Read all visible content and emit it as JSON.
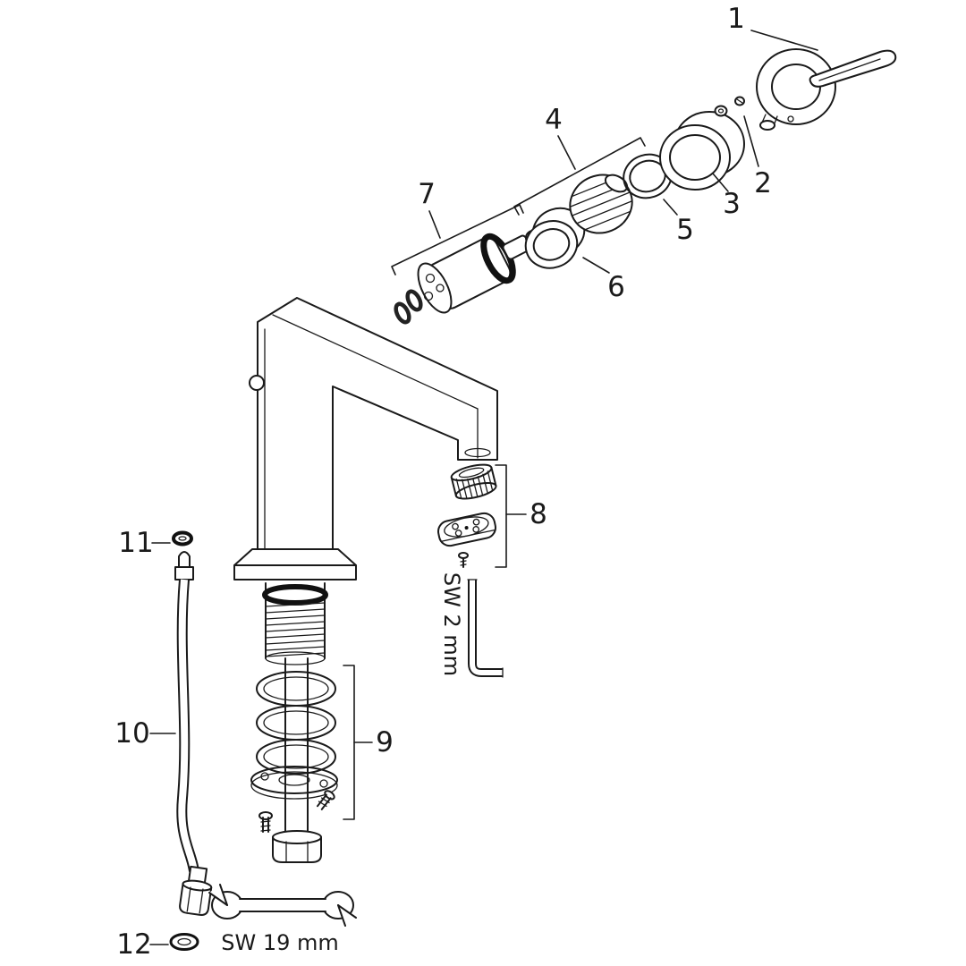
{
  "figure": {
    "kind": "exploded-parts-diagram",
    "subject": "single-lever basin mixer tap with spare parts",
    "background_color": "#ffffff",
    "line_color": "#1a1a1a"
  },
  "callouts": [
    {
      "label": "1",
      "points_to": "handle-lever"
    },
    {
      "label": "2",
      "points_to": "handle-fixing-screw-set"
    },
    {
      "label": "3",
      "points_to": "handle-sleeve"
    },
    {
      "label": "4",
      "points_to": "cartridge-closure-group"
    },
    {
      "label": "5",
      "points_to": "o-ring"
    },
    {
      "label": "6",
      "points_to": "threaded-ring"
    },
    {
      "label": "7",
      "points_to": "cartridge"
    },
    {
      "label": "8",
      "points_to": "aerator-set"
    },
    {
      "label": "9",
      "points_to": "mounting-set"
    },
    {
      "label": "10",
      "points_to": "connection-hose"
    },
    {
      "label": "11",
      "points_to": "hose-seal"
    },
    {
      "label": "12",
      "points_to": "hose-nut-seal"
    }
  ],
  "annotations": {
    "allen_key": "SW 2 mm",
    "wrench": "SW 19 mm"
  }
}
